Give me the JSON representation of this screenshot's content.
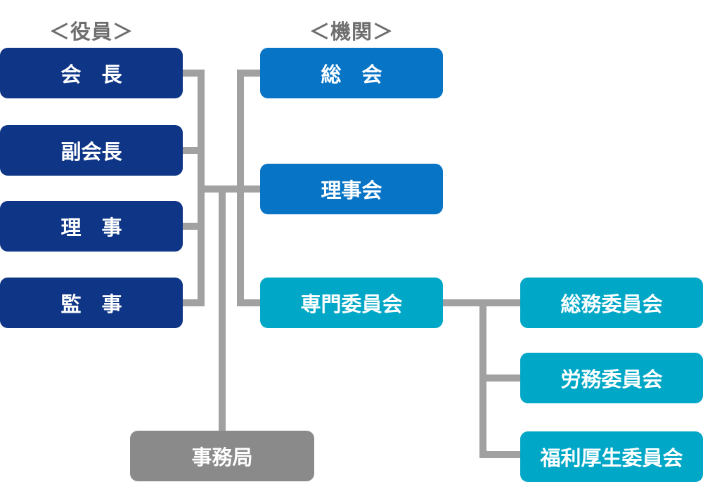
{
  "headings": {
    "officers": "＜役員＞",
    "organs": "＜機関＞"
  },
  "officers": [
    {
      "label": "会　長",
      "color": "navy"
    },
    {
      "label": "副会長",
      "color": "navy"
    },
    {
      "label": "理　事",
      "color": "navy"
    },
    {
      "label": "監　事",
      "color": "navy"
    }
  ],
  "organs": [
    {
      "label": "総　会",
      "color": "blue"
    },
    {
      "label": "理事会",
      "color": "blue"
    },
    {
      "label": "専門委員会",
      "color": "cyan"
    }
  ],
  "committees": [
    {
      "label": "総務委員会",
      "color": "cyan"
    },
    {
      "label": "労務委員会",
      "color": "cyan"
    },
    {
      "label": "福利厚生委員会",
      "color": "cyan"
    }
  ],
  "secretariat": {
    "label": "事務局",
    "color": "gray"
  },
  "colors": {
    "navy": "#0E3586",
    "blue": "#0874C5",
    "cyan": "#00A7C6",
    "gray_box": "#8A8A8A",
    "line": "#A1A1A1",
    "heading": "#6E6E6E",
    "box_text": "#FFFFFF"
  }
}
